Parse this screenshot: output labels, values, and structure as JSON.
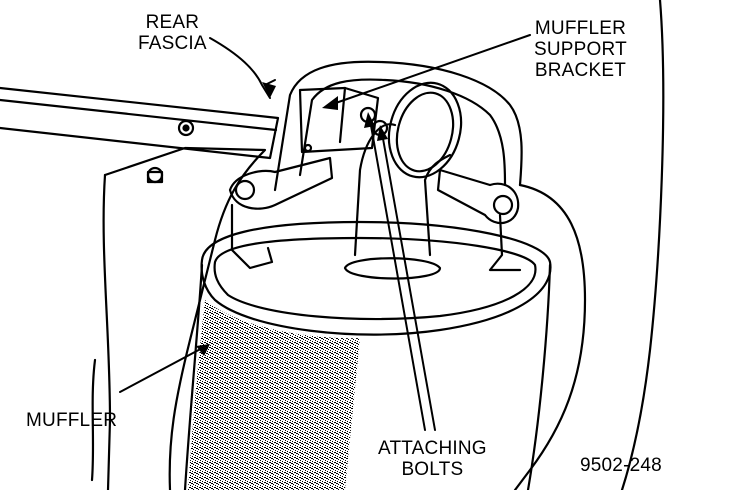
{
  "labels": {
    "rear_fascia": [
      "REAR",
      "FASCIA"
    ],
    "muffler_support_bracket": [
      "MUFFLER",
      "SUPPORT",
      "BRACKET"
    ],
    "muffler": "MUFFLER",
    "attaching_bolts": [
      "ATTACHING",
      "BOLTS"
    ],
    "figure_number": "9502-248"
  },
  "colors": {
    "line": "#000000",
    "background": "#ffffff"
  }
}
